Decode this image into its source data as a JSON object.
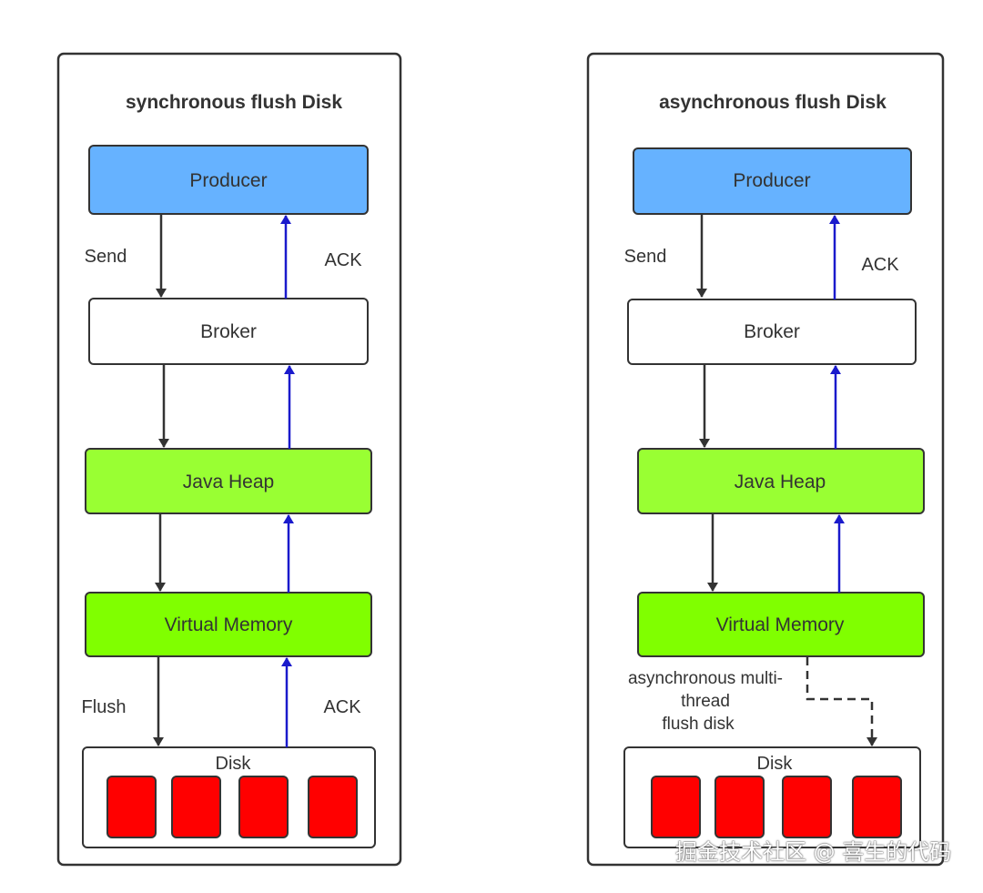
{
  "colors": {
    "producer": "#66b2ff",
    "heap": "#99ff33",
    "vmem": "#80ff00",
    "disk_block": "#ff0000",
    "ack_arrow": "#1a1acc",
    "send_arrow": "#333333"
  },
  "left": {
    "title": "synchronous flush Disk",
    "producer": "Producer",
    "broker": "Broker",
    "heap": "Java Heap",
    "vmem": "Virtual Memory",
    "disk": "Disk",
    "send_label": "Send",
    "ack_top_label": "ACK",
    "flush_label": "Flush",
    "ack_bottom_label": "ACK"
  },
  "right": {
    "title": "asynchronous flush Disk",
    "producer": "Producer",
    "broker": "Broker",
    "heap": "Java Heap",
    "vmem": "Virtual Memory",
    "disk": "Disk",
    "send_label": "Send",
    "ack_top_label": "ACK",
    "async_label": [
      "asynchronous multi-",
      "thread",
      "flush disk"
    ]
  },
  "watermark": "掘金技术社区 @ 喜生的代码"
}
